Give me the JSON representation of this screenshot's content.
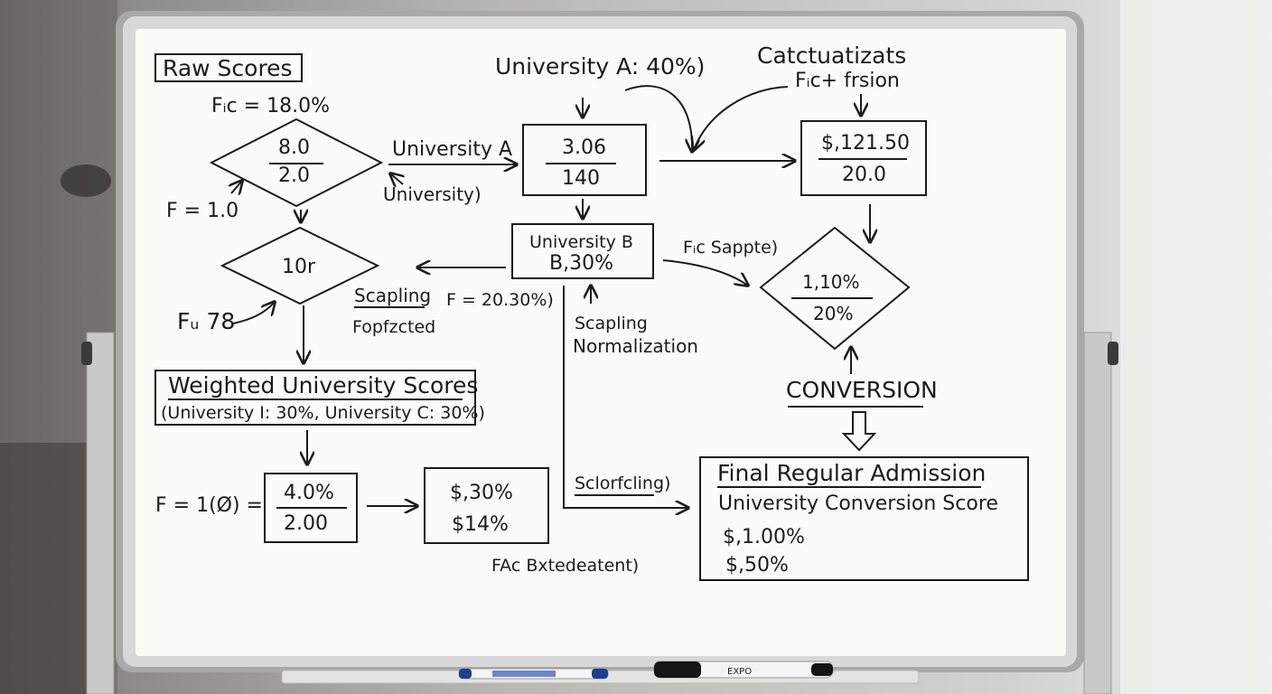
{
  "whiteboard": {
    "header_label": "Raw Scores",
    "fic_value": "Fᵢc = 18.0%",
    "f_one": "F = 1.0",
    "diamond1": {
      "top": "8.0",
      "bottom": "2.0"
    },
    "edge_university_a": "University A",
    "edge_university": "University)",
    "diamond2": {
      "value": "10r"
    },
    "f_u78": "Fᵤ 78",
    "scapling_1": "Scapling",
    "fopfzcted": "Fopfzcted",
    "weighted_title": "Weighted University Scores",
    "weighted_sub": "(University I: 30%, University C: 30%)",
    "f_formula": "F = 1(Ø) =",
    "box_a": {
      "top": "4.0%",
      "bottom": "2.00"
    },
    "box_b": {
      "top": "$,30%",
      "bottom": "$14%"
    },
    "fac_label": "FAc Bxtedeatent)",
    "univ_a_top": "University A: 40%)",
    "box_univ_a": {
      "top": "3.06",
      "bottom": "140"
    },
    "box_univ_b": {
      "line1": "University B",
      "line2": "B,30%"
    },
    "f_2030": "F = 20.30%)",
    "scapling_2": "Scapling",
    "normalization": "Normalization",
    "sclorfcling": "Sclorfcling)",
    "catcutatization": "Catctuatizats",
    "fic_prsion": "Fᵢc+ frsion",
    "box_top_right": {
      "top": "$,121.50",
      "bottom": "20.0"
    },
    "fic_sappte": "Fᵢc Sappte)",
    "diamond3": {
      "top": "1,10%",
      "bottom": "20%"
    },
    "conversion": "CONVERSION",
    "final_title": "Final Regular Admission",
    "final_sub": "University Conversion Score",
    "final_v1": "$,1.00%",
    "final_v2": "$,50%"
  },
  "markers": {
    "blue_label": "",
    "black_label": "EXPO"
  }
}
